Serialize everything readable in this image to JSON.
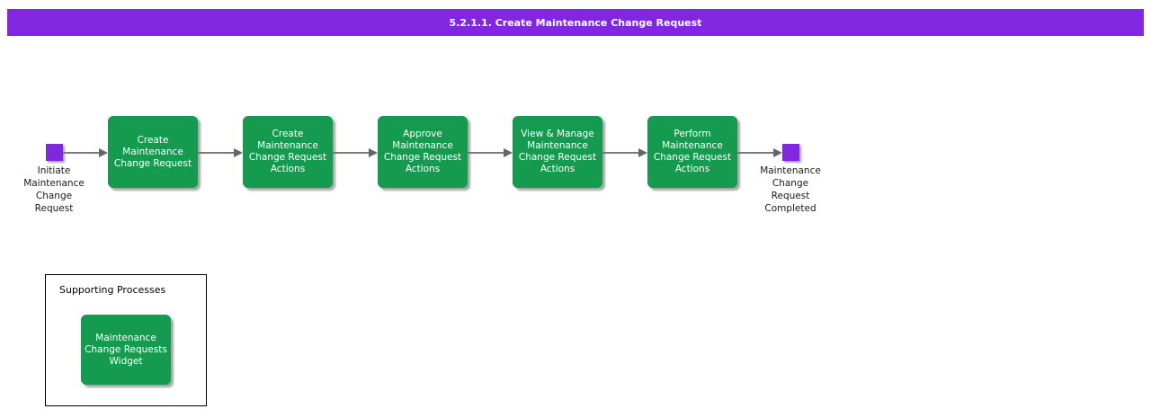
{
  "header": {
    "title": "5.2.1.1. Create Maintenance Change Request"
  },
  "colors": {
    "purple": "#8127df",
    "green": "#149b4f",
    "arrow": "#7a7a7a",
    "arrowhead": "#666666"
  },
  "flow": {
    "start_label": [
      "Initiate",
      "Maintenance",
      "Change",
      "Request"
    ],
    "end_label": [
      "Maintenance",
      "Change",
      "Request",
      "Completed"
    ],
    "steps": [
      {
        "label": [
          "Create",
          "Maintenance",
          "Change Request"
        ]
      },
      {
        "label": [
          "Create",
          "Maintenance",
          "Change Request",
          "Actions"
        ]
      },
      {
        "label": [
          "Approve",
          "Maintenance",
          "Change Request",
          "Actions"
        ]
      },
      {
        "label": [
          "View & Manage",
          "Maintenance",
          "Change Request",
          "Actions"
        ]
      },
      {
        "label": [
          "Perform",
          "Maintenance",
          "Change Request",
          "Actions"
        ]
      }
    ]
  },
  "supporting": {
    "title": "Supporting Processes",
    "items": [
      {
        "label": [
          "Maintenance",
          "Change Requests",
          "Widget"
        ]
      }
    ]
  }
}
